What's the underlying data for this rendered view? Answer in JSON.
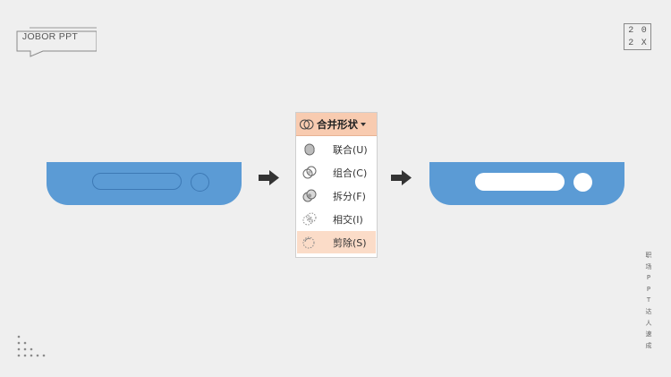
{
  "brand": {
    "logo_text": "JOBOR PPT"
  },
  "year": {
    "chars": [
      "2",
      "0",
      "2",
      "X"
    ]
  },
  "menu": {
    "title": "合并形状",
    "items": [
      {
        "label": "联合(U)",
        "icon": "union-shapes-icon"
      },
      {
        "label": "组合(C)",
        "icon": "combine-shapes-icon"
      },
      {
        "label": "拆分(F)",
        "icon": "fragment-shapes-icon"
      },
      {
        "label": "相交(I)",
        "icon": "intersect-shapes-icon"
      },
      {
        "label": "剪除(S)",
        "icon": "subtract-shapes-icon",
        "selected": true
      }
    ]
  },
  "side_text": [
    "职",
    "场",
    "P",
    "P",
    "T",
    "达",
    "人",
    "速",
    "成"
  ],
  "colors": {
    "shape_blue": "#5b9bd5",
    "menu_header": "#f8cbb0",
    "menu_highlight": "#fbdcc8",
    "background": "#efefef"
  }
}
